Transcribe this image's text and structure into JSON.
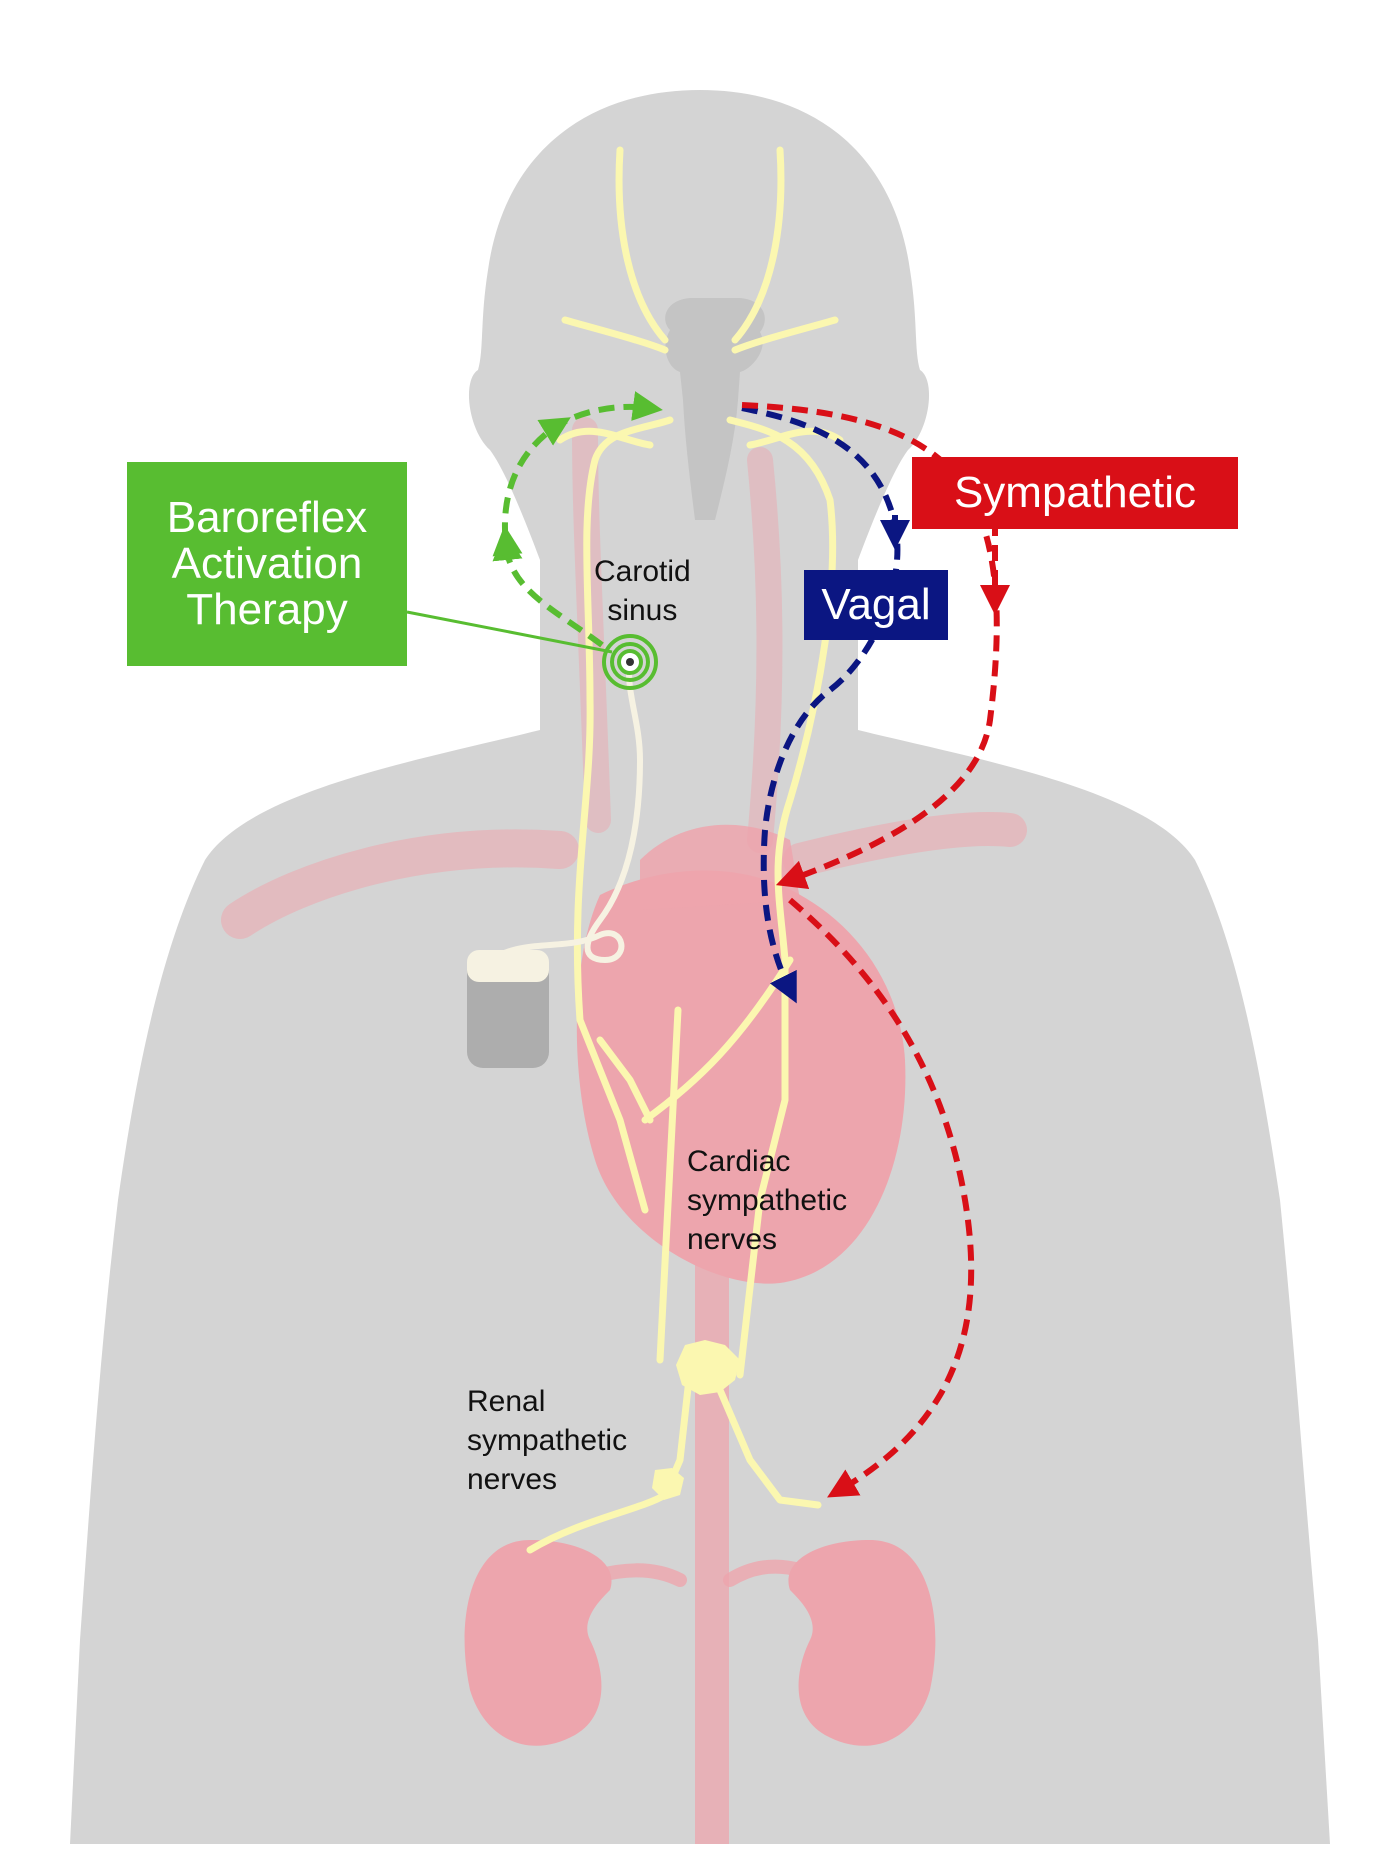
{
  "labels": {
    "baroreflex": [
      "Baroreflex",
      "Activation",
      "Therapy"
    ],
    "sympathetic": "Sympathetic",
    "vagal": "Vagal",
    "carotid": [
      "Carotid",
      "sinus"
    ],
    "cardiac": [
      "Cardiac",
      "sympathetic",
      "nerves"
    ],
    "renal": [
      "Renal",
      "sympathetic",
      "nerves"
    ]
  },
  "colors": {
    "body": "#d4d4d4",
    "organ": "#eda5ad",
    "nerve": "#fbf7b0",
    "baroreflex": "#58bd31",
    "sympathetic": "#d90f17",
    "vagal": "#0b1682",
    "device_top": "#f6f2e2",
    "device_bottom": "#adadad"
  }
}
